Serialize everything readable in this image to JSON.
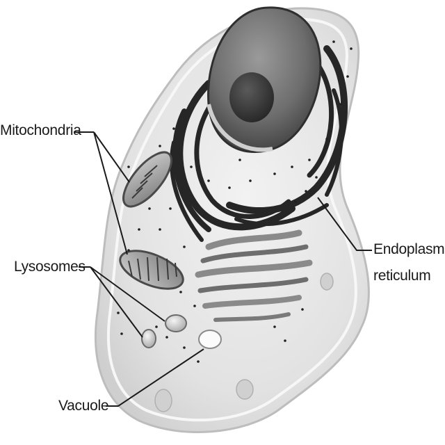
{
  "labels": {
    "mitochondria": "Mitochondria",
    "lysosomes": "Lysosomes",
    "vacuole": "Vacuole",
    "er_line1": "Endoplasmic",
    "er_line2": "reticulum"
  },
  "colors": {
    "cytoplasm": "#e6e6e6",
    "membrane": "#f4f4f4",
    "nucleus": "#6a6a6a",
    "nucleolus": "#3a3a3a",
    "er_dark": "#2a2a2a",
    "organelle": "#9a9a9a",
    "leader_line": "#1a1a1a"
  }
}
